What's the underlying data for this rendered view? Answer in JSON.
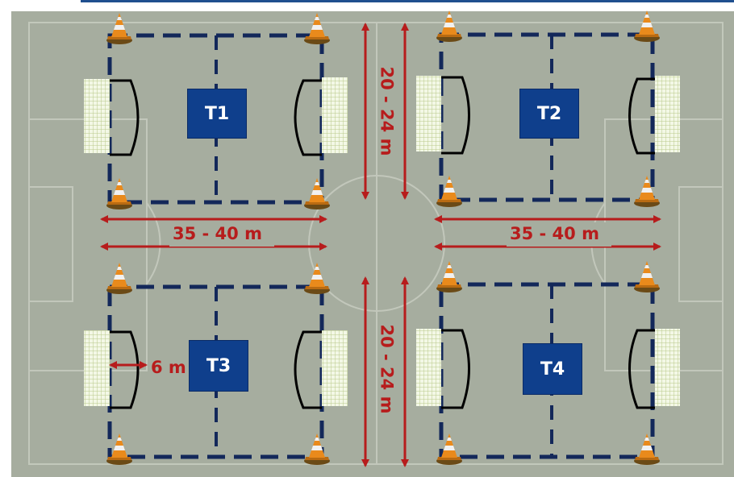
{
  "teams": [
    "T1",
    "T2",
    "T3",
    "T4"
  ],
  "dimensions": {
    "length_top_left": "35 - 40 m",
    "length_top_right": "35 - 40 m",
    "width_top": "20 - 24 m",
    "width_bottom": "20 - 24 m",
    "goal_area_depth": "6 m"
  },
  "colors": {
    "field": "#a6ad9f",
    "pitch_lines": "#c7ccc0",
    "grid_dashes": "#13285a",
    "team_box": "#0f3f8c",
    "arrows": "#b71c1c",
    "cone": "#e98a1c",
    "goal_net": "#eef5dd"
  }
}
